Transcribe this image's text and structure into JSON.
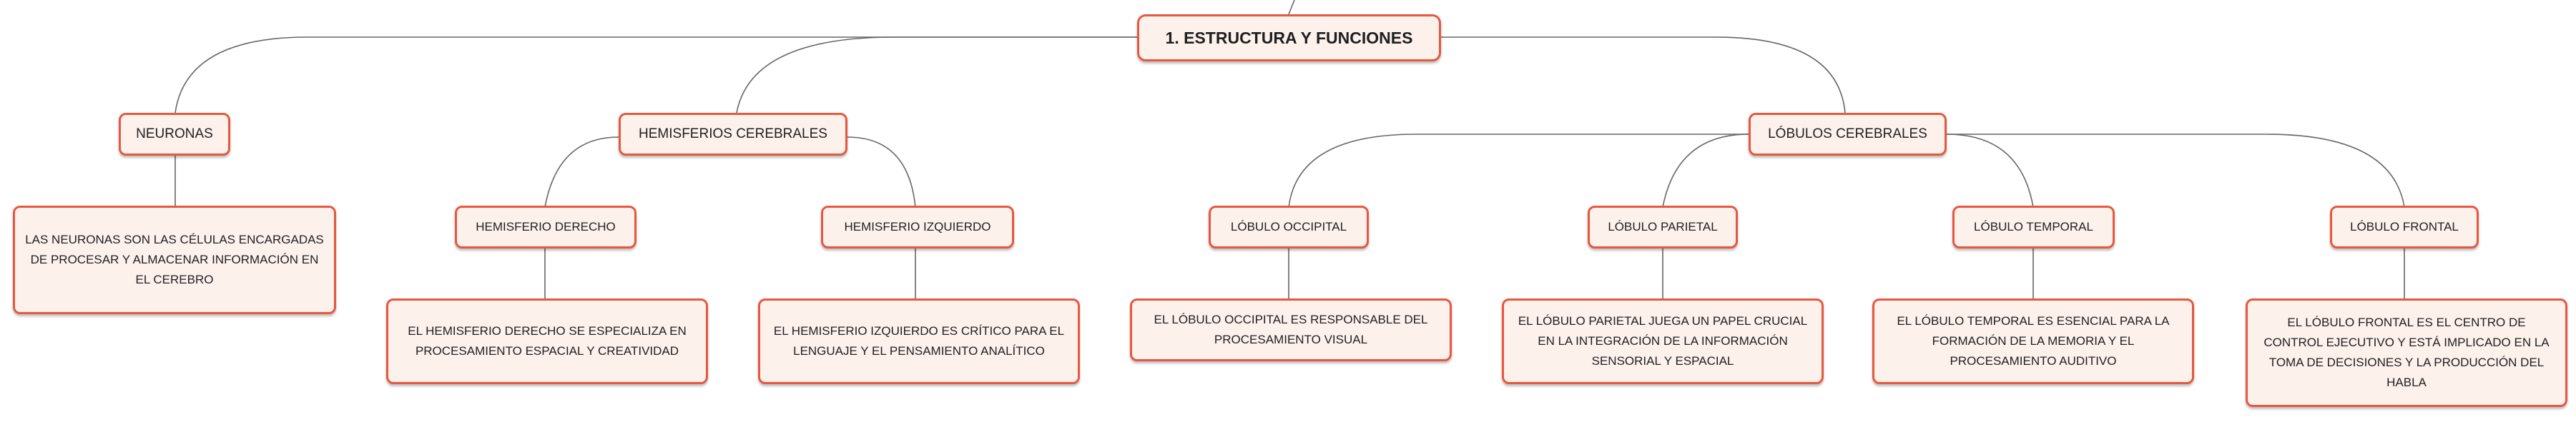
{
  "diagram": {
    "root": {
      "label": "1. ESTRUCTURA Y FUNCIONES"
    },
    "topics": {
      "neuronas": {
        "label": "NEURONAS"
      },
      "hemisferios": {
        "label": "HEMISFERIOS CEREBRALES"
      },
      "lobulos": {
        "label": "LÓBULOS CEREBRALES"
      }
    },
    "subtopics": {
      "derecho": {
        "label": "HEMISFERIO DERECHO"
      },
      "izquierdo": {
        "label": "HEMISFERIO IZQUIERDO"
      },
      "occipital": {
        "label": "LÓBULO OCCIPITAL"
      },
      "parietal": {
        "label": "LÓBULO PARIETAL"
      },
      "temporal": {
        "label": "LÓBULO TEMPORAL"
      },
      "frontal": {
        "label": "LÓBULO FRONTAL"
      }
    },
    "details": {
      "neuronas": "LAS NEURONAS SON LAS CÉLULAS ENCARGADAS DE PROCESAR Y ALMACENAR INFORMACIÓN EN EL CEREBRO",
      "derecho": "EL HEMISFERIO DERECHO SE ESPECIALIZA EN PROCESAMIENTO ESPACIAL Y CREATIVIDAD",
      "izquierdo": "EL HEMISFERIO IZQUIERDO ES CRÍTICO PARA EL LENGUAJE Y EL PENSAMIENTO ANALÍTICO",
      "occipital": "EL LÓBULO OCCIPITAL ES RESPONSABLE DEL PROCESAMIENTO VISUAL",
      "parietal": "EL LÓBULO PARIETAL JUEGA UN PAPEL CRUCIAL EN LA INTEGRACIÓN DE LA INFORMACIÓN SENSORIAL Y ESPACIAL",
      "temporal": "EL LÓBULO TEMPORAL ES ESENCIAL PARA LA FORMACIÓN DE LA MEMORIA Y EL PROCESAMIENTO AUDITIVO",
      "frontal": "EL LÓBULO FRONTAL ES EL CENTRO DE CONTROL EJECUTIVO Y ESTÁ IMPLICADO EN LA TOMA DE DECISIONES Y LA PRODUCCIÓN DEL HABLA"
    },
    "colors": {
      "node_border": "#e8573f",
      "node_fill": "#fdf1ec",
      "connector": "#666666"
    }
  }
}
